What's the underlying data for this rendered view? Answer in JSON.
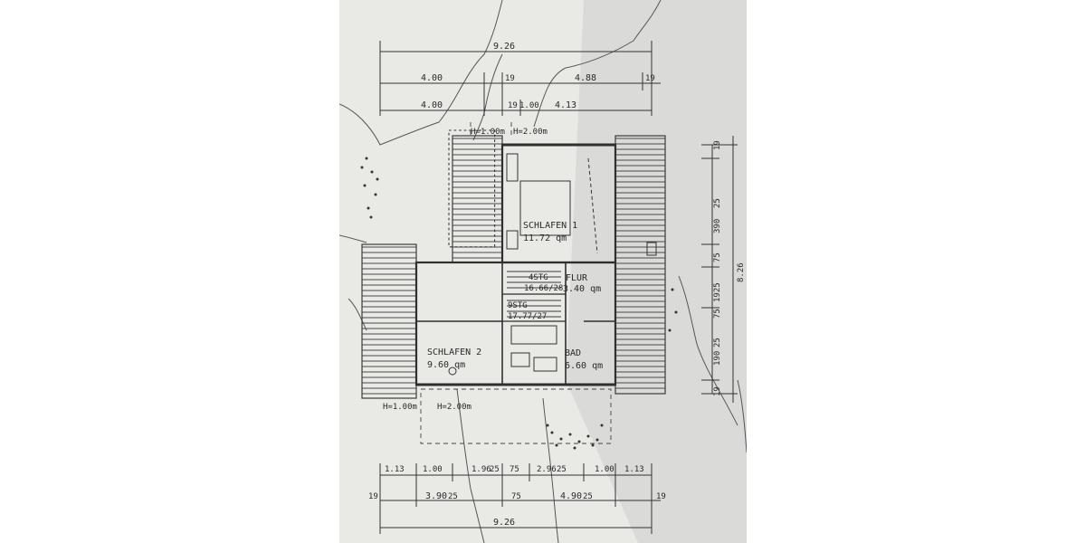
{
  "plan": {
    "colors": {
      "paper": "#e9e9e6",
      "shadow": "#d4d4d2",
      "ink": "#2a2a2a",
      "wall": "#3a3a3a"
    },
    "rooms": {
      "schlafen1": {
        "name": "SCHLAFEN 1",
        "area": "11.72 qm"
      },
      "schlafen2": {
        "name": "SCHLAFEN 2",
        "area": "9.60 qm"
      },
      "flur": {
        "name": "FLUR",
        "area": "3.40 qm"
      },
      "bad": {
        "name": "BAD",
        "area": "6.60 qm"
      },
      "stair_top": {
        "name": "4STG",
        "spec": "16.66/28"
      },
      "stair_bottom": {
        "name": "9STG",
        "spec": "17.77/27"
      }
    },
    "heights": {
      "top_left": "H=1.00m",
      "top_right": "H=2.00m",
      "bottom_left": "H=1.00m",
      "bottom_right": "H=2.00m"
    },
    "top_dims": {
      "overall": "9.26",
      "row2": [
        "4.00",
        "19",
        "4.88",
        "19"
      ],
      "row3": [
        "4.00",
        "19",
        "1.00",
        "4.13"
      ]
    },
    "right_dims": {
      "overall": "8.26",
      "segments": [
        "19",
        "390",
        "25",
        "75",
        "1925",
        "75",
        "190",
        "25",
        "19"
      ]
    },
    "bottom_dims": {
      "row1": [
        "1.13",
        "1.00",
        "1.96",
        "25",
        "75",
        "2.96",
        "25",
        "1.00",
        "1.13"
      ],
      "row2": [
        "19",
        "3.90",
        "25",
        "75",
        "4.90",
        "25",
        "19"
      ],
      "overall": "9.26"
    }
  }
}
